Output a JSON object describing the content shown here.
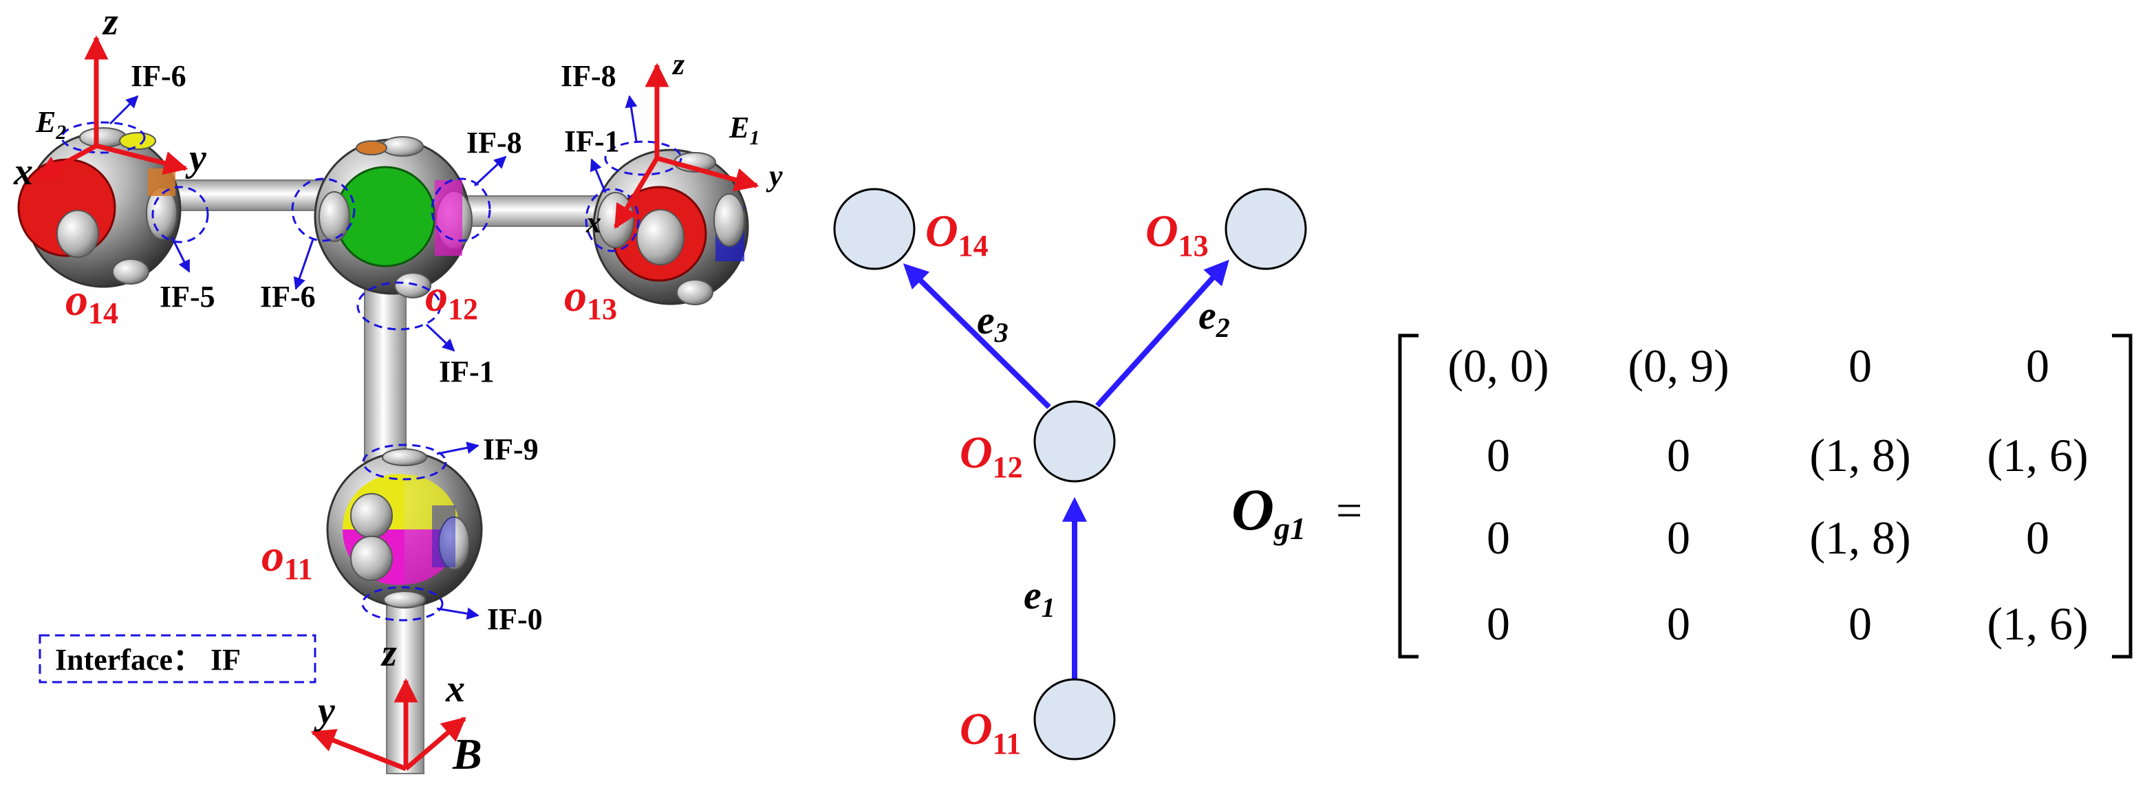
{
  "robot": {
    "interfaces": {
      "if6_top": "IF-6",
      "if8_mid": "IF-8",
      "if8_right": "IF-8",
      "if1_right": "IF-1",
      "if5": "IF-5",
      "if6_mid": "IF-6",
      "if1_low": "IF-1",
      "if9": "IF-9",
      "if0": "IF-0"
    },
    "modules": {
      "o14": {
        "base": "o",
        "sub": "14"
      },
      "o12": {
        "base": "o",
        "sub": "12"
      },
      "o13": {
        "base": "o",
        "sub": "13"
      },
      "o11": {
        "base": "o",
        "sub": "11"
      }
    },
    "frames": {
      "e2": {
        "base": "E",
        "sub": "2"
      },
      "e1": {
        "base": "E",
        "sub": "1"
      },
      "b": "B"
    },
    "axes": {
      "z_left": "z",
      "x_left": "x",
      "y_left": "y",
      "z_right": "z",
      "x_right": "x",
      "y_right": "y",
      "z_base": "z",
      "x_base": "x",
      "y_base": "y"
    },
    "legend": "Interface： IF",
    "colors": {
      "red": "#e01919",
      "green": "#19b319",
      "yellow": "#e8e819",
      "magenta": "#e619cc",
      "metal": "#8a8a8a"
    }
  },
  "graph": {
    "nodes": {
      "o14": {
        "base": "O",
        "sub": "14"
      },
      "o13": {
        "base": "O",
        "sub": "13"
      },
      "o12": {
        "base": "O",
        "sub": "12"
      },
      "o11": {
        "base": "O",
        "sub": "11"
      }
    },
    "edges": {
      "e1": {
        "base": "e",
        "sub": "1"
      },
      "e2": {
        "base": "e",
        "sub": "2"
      },
      "e3": {
        "base": "e",
        "sub": "3"
      }
    },
    "colors": {
      "node_fill": "#dbe5f1",
      "edge": "#2b1bff",
      "label": "#e8141c"
    }
  },
  "matrix": {
    "lhs_base": "O",
    "lhs_sub": "g1",
    "equals": "=",
    "rows": [
      [
        "(0, 0)",
        "(0, 9)",
        "0",
        "0"
      ],
      [
        "0",
        "0",
        "(1, 8)",
        "(1, 6)"
      ],
      [
        "0",
        "0",
        "(1, 8)",
        "0"
      ],
      [
        "0",
        "0",
        "0",
        "(1, 6)"
      ]
    ]
  }
}
